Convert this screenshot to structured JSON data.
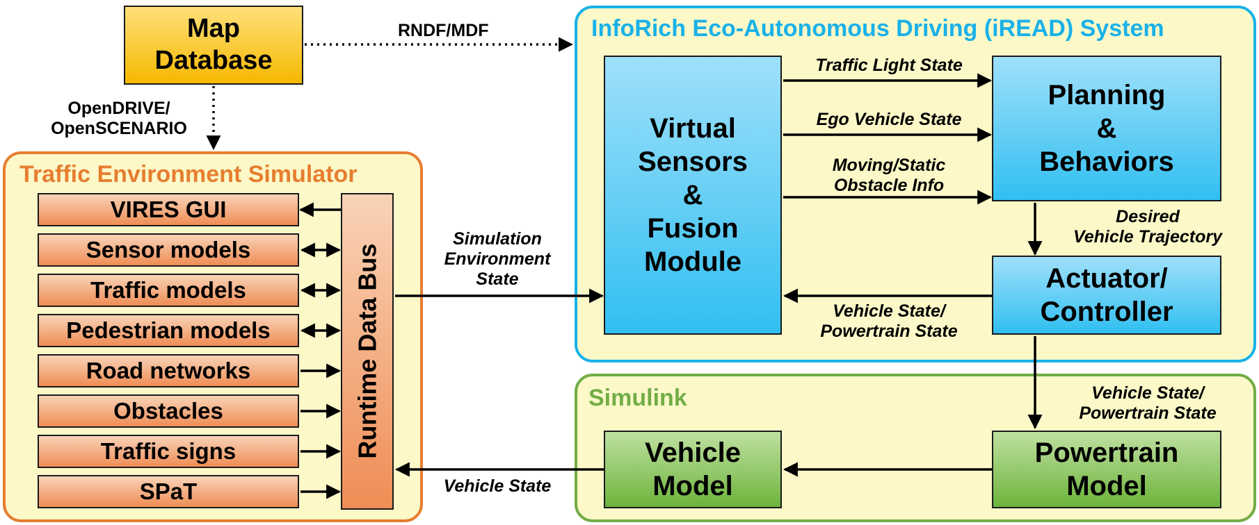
{
  "map_database": {
    "label_line1": "Map",
    "label_line2": "Database"
  },
  "edges": {
    "rndf_mdf": "RNDF/MDF",
    "opendrive_line1": "OpenDRIVE/",
    "opendrive_line2": "OpenSCENARIO",
    "traffic_light_state": "Traffic Light State",
    "ego_vehicle_state": "Ego Vehicle State",
    "moving_static_line1": "Moving/Static",
    "moving_static_line2": "Obstacle Info",
    "desired_line1": "Desired",
    "desired_line2": "Vehicle Trajectory",
    "sim_env_line1": "Simulation",
    "sim_env_line2": "Environment",
    "sim_env_line3": "State",
    "feedback_line1": "Vehicle State/",
    "feedback_line2": "Powertrain State",
    "to_powertrain_line1": "Vehicle State/",
    "to_powertrain_line2": "Powertrain State",
    "vehicle_state": "Vehicle State"
  },
  "traffic_env_sim": {
    "title": "Traffic Environment Simulator",
    "items": [
      "VIRES GUI",
      "Sensor models",
      "Traffic models",
      "Pedestrian models",
      "Road networks",
      "Obstacles",
      "Traffic signs",
      "SPaT"
    ],
    "bus": "Runtime Data Bus"
  },
  "iread": {
    "title": "InfoRich Eco-Autonomous Driving (iREAD) System",
    "sensors": {
      "line1": "Virtual",
      "line2": "Sensors",
      "line3": "&",
      "line4": "Fusion",
      "line5": "Module"
    },
    "planning": {
      "line1": "Planning",
      "line2": "&",
      "line3": "Behaviors"
    },
    "actuator": {
      "line1": "Actuator/",
      "line2": "Controller"
    }
  },
  "simulink": {
    "title": "Simulink",
    "vehicle_model": {
      "line1": "Vehicle",
      "line2": "Model"
    },
    "powertrain_model": {
      "line1": "Powertrain",
      "line2": "Model"
    }
  },
  "colors": {
    "orange_border": "#e67e30",
    "blue_border": "#1ab1e8",
    "green_border": "#72ad47",
    "container_fill": "#fcf8c8"
  }
}
